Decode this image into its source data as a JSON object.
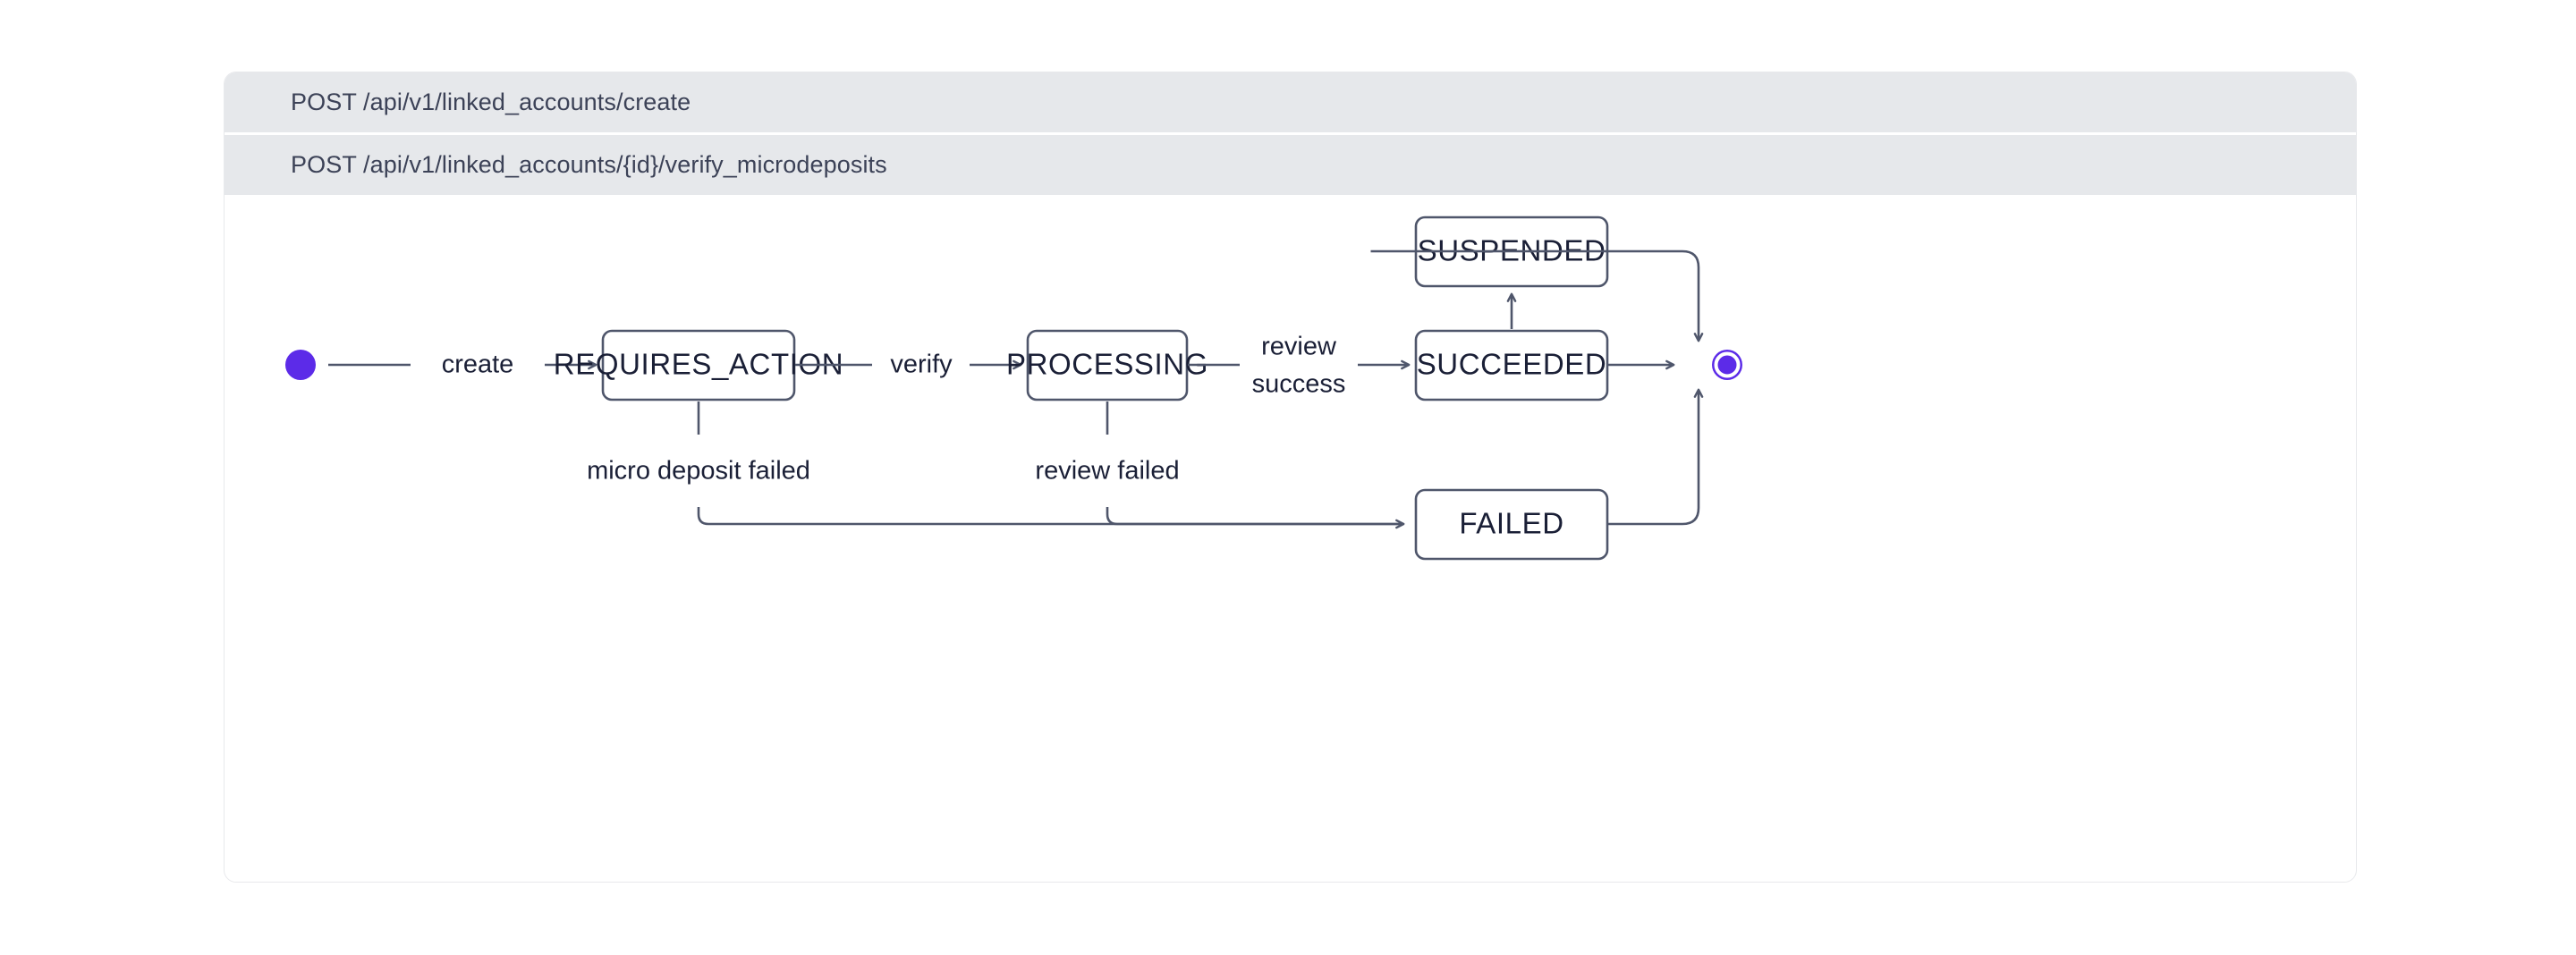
{
  "card": {
    "endpoints": [
      {
        "method": "POST",
        "path": "/api/v1/linked_accounts/create",
        "full": "POST /api/v1/linked_accounts/create"
      },
      {
        "method": "POST",
        "path": "/api/v1/linked_accounts/{id}/verify_microdeposits",
        "full": "POST /api/v1/linked_accounts/{id}/verify_microdeposits"
      }
    ]
  },
  "diagram": {
    "type": "state-machine",
    "title": "",
    "colors": {
      "accent": "#5c2be8",
      "node_border": "#4f566b",
      "node_fill": "#ffffff",
      "node_text": "#1a1f36",
      "edge": "#4f566b",
      "header_bg": "#e6e8eb",
      "header_text": "#3c4257",
      "card_border": "#e8e9ec",
      "page_bg": "#ffffff"
    },
    "nodes": [
      {
        "id": "start",
        "kind": "initial",
        "label": ""
      },
      {
        "id": "requires_action",
        "kind": "state",
        "label": "REQUIRES_ACTION"
      },
      {
        "id": "processing",
        "kind": "state",
        "label": "PROCESSING"
      },
      {
        "id": "suspended",
        "kind": "state",
        "label": "SUSPENDED"
      },
      {
        "id": "succeeded",
        "kind": "state",
        "label": "SUCCEEDED"
      },
      {
        "id": "failed",
        "kind": "state",
        "label": "FAILED"
      },
      {
        "id": "end",
        "kind": "final",
        "label": ""
      }
    ],
    "edges": [
      {
        "from": "start",
        "to": "requires_action",
        "label": "create"
      },
      {
        "from": "requires_action",
        "to": "processing",
        "label": "verify"
      },
      {
        "from": "processing",
        "to": "succeeded",
        "label": "review success",
        "label_line1": "review",
        "label_line2": "success"
      },
      {
        "from": "requires_action",
        "to": "failed",
        "label": "micro deposit failed"
      },
      {
        "from": "processing",
        "to": "failed",
        "label": "review failed"
      },
      {
        "from": "succeeded",
        "to": "suspended",
        "label": ""
      },
      {
        "from": "succeeded",
        "to": "end",
        "label": ""
      },
      {
        "from": "suspended",
        "to": "end",
        "label": ""
      },
      {
        "from": "failed",
        "to": "end",
        "label": ""
      }
    ]
  }
}
